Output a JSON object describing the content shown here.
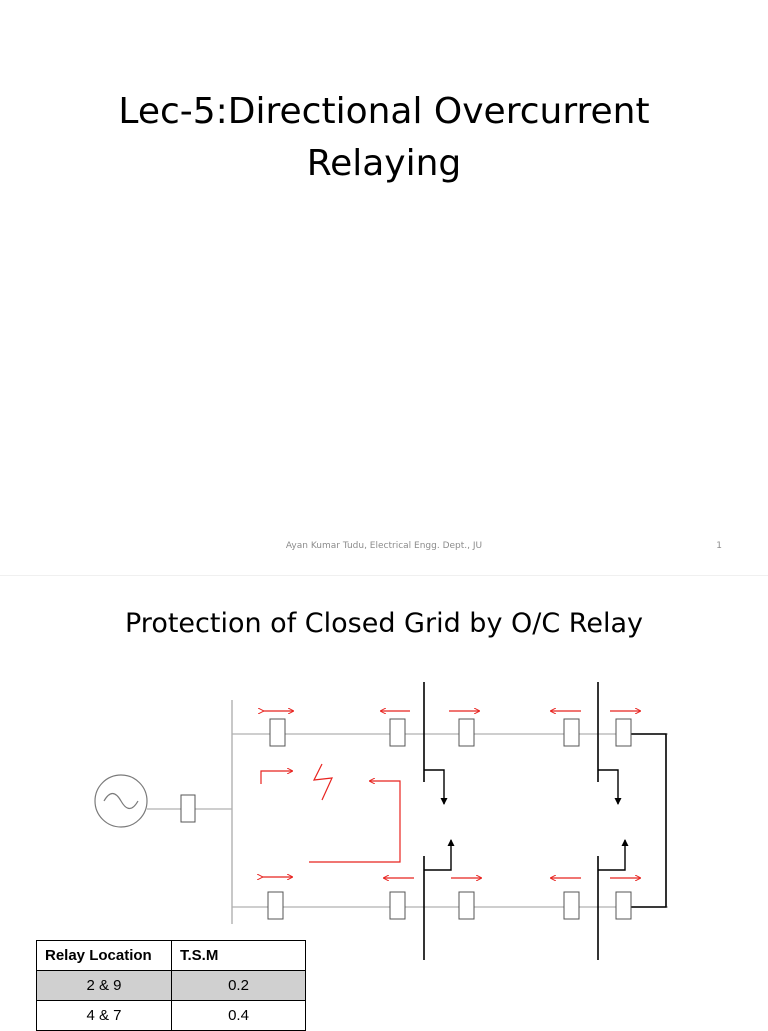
{
  "slide1": {
    "title_line1": "Lec-5:Directional Overcurrent",
    "title_line2": "Relaying",
    "footer": "Ayan Kumar Tudu, Electrical Engg. Dept., JU",
    "page_number": "1"
  },
  "slide2": {
    "title": "Protection of Closed Grid by O/C Relay",
    "colors": {
      "arrow": "#e8231f",
      "line": "#000000",
      "bus": "#b0b0b0",
      "breaker": "#555555"
    },
    "table": {
      "headers": [
        "Relay Location",
        "T.S.M"
      ],
      "rows": [
        [
          "2 & 9",
          "0.2"
        ],
        [
          "4 & 7",
          "0.4"
        ]
      ]
    }
  }
}
